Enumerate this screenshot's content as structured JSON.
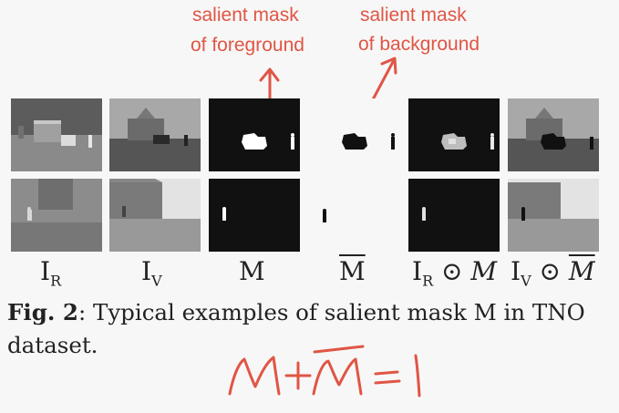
{
  "annotations": {
    "fg_line1": "salient mask",
    "fg_line2": "of foreground",
    "bg_line1": "salient mask",
    "bg_line2": "of background",
    "equation_sketch": "M + M̄ = 1"
  },
  "figure": {
    "column_labels": {
      "ir_base": "I",
      "ir_sub": "R",
      "iv_base": "I",
      "iv_sub": "V",
      "mask": "M",
      "mask_bar": "M",
      "ir_mask_base": "I",
      "ir_mask_sub": "R",
      "ir_mask_op": " ⊙ M",
      "iv_mask_base": "I",
      "iv_mask_sub": "V",
      "iv_mask_op": " ⊙ "
    },
    "caption_label": "Fig. 2",
    "caption_text": ": Typical examples of salient mask M in TNO dataset."
  }
}
